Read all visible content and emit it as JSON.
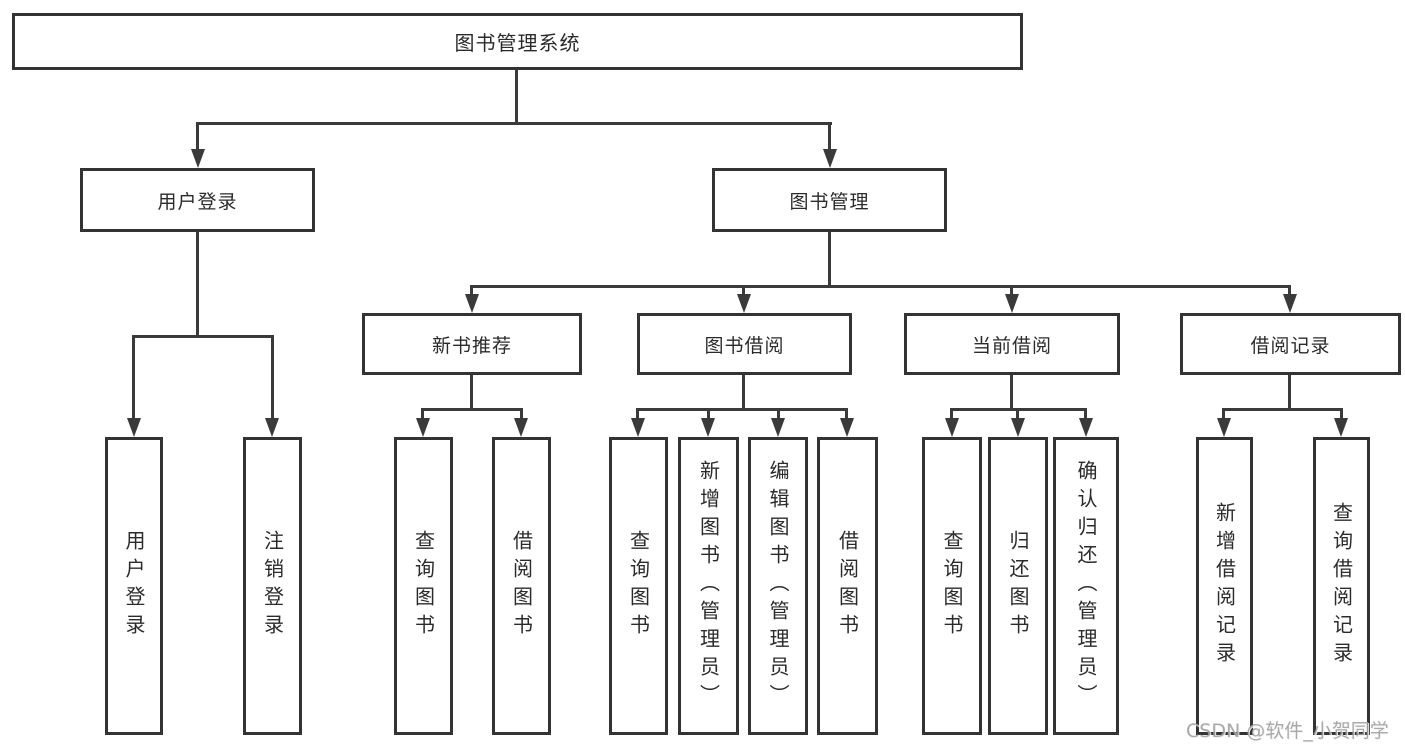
{
  "tree": {
    "label": "图书管理系统",
    "children": [
      {
        "label": "用户登录",
        "children": [
          {
            "label": "用户登录"
          },
          {
            "label": "注销登录"
          }
        ]
      },
      {
        "label": "图书管理",
        "children": [
          {
            "label": "新书推荐",
            "children": [
              {
                "label": "查询图书"
              },
              {
                "label": "借阅图书"
              }
            ]
          },
          {
            "label": "图书借阅",
            "children": [
              {
                "label": "查询图书"
              },
              {
                "label": "新增图书（管理员）"
              },
              {
                "label": "编辑图书（管理员）"
              },
              {
                "label": "借阅图书"
              }
            ]
          },
          {
            "label": "当前借阅",
            "children": [
              {
                "label": "查询图书"
              },
              {
                "label": "归还图书"
              },
              {
                "label": "确认归还（管理员）"
              }
            ]
          },
          {
            "label": "借阅记录",
            "children": [
              {
                "label": "新增借阅记录"
              },
              {
                "label": "查询借阅记录"
              }
            ]
          }
        ]
      }
    ]
  },
  "watermark": {
    "text": "CSDN @软件_小贺同学"
  },
  "colors": {
    "line": "#3a3a3a",
    "box_border": "#333333",
    "text": "#2b2b2b",
    "watermark_text": "#a0a0a0",
    "background": "#ffffff"
  }
}
